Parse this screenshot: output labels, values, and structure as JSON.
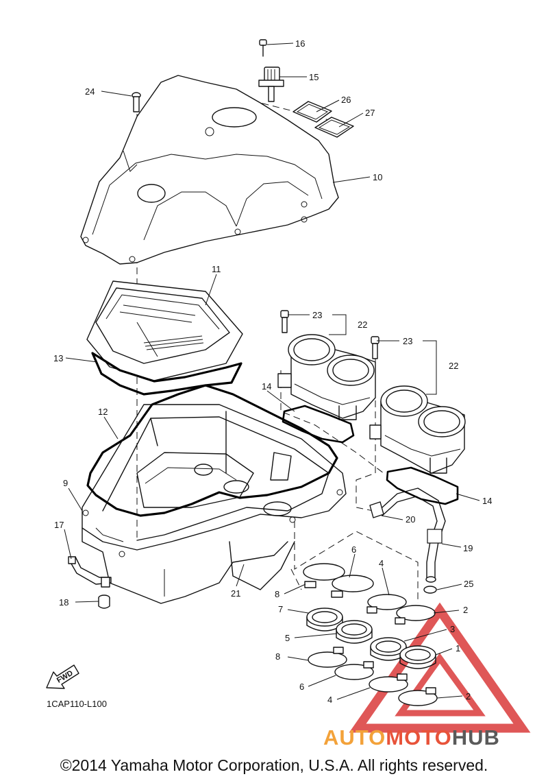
{
  "diagram": {
    "code": "1CAP110-L100",
    "fwd_label": "FWD",
    "copyright": "©2014 Yamaha Motor Corporation, U.S.A. All rights reserved.",
    "callouts": [
      {
        "id": "c16",
        "label": "16"
      },
      {
        "id": "c15",
        "label": "15"
      },
      {
        "id": "c24",
        "label": "24"
      },
      {
        "id": "c26",
        "label": "26"
      },
      {
        "id": "c27",
        "label": "27"
      },
      {
        "id": "c10",
        "label": "10"
      },
      {
        "id": "c11",
        "label": "11"
      },
      {
        "id": "c23a",
        "label": "23"
      },
      {
        "id": "c22a",
        "label": "22"
      },
      {
        "id": "c23b",
        "label": "23"
      },
      {
        "id": "c22b",
        "label": "22"
      },
      {
        "id": "c13",
        "label": "13"
      },
      {
        "id": "c14a",
        "label": "14"
      },
      {
        "id": "c12",
        "label": "12"
      },
      {
        "id": "c14b",
        "label": "14"
      },
      {
        "id": "c9",
        "label": "9"
      },
      {
        "id": "c20",
        "label": "20"
      },
      {
        "id": "c17",
        "label": "17"
      },
      {
        "id": "c19",
        "label": "19"
      },
      {
        "id": "c6a",
        "label": "6"
      },
      {
        "id": "c21",
        "label": "21"
      },
      {
        "id": "c4a",
        "label": "4"
      },
      {
        "id": "c8a",
        "label": "8"
      },
      {
        "id": "c25",
        "label": "25"
      },
      {
        "id": "c18",
        "label": "18"
      },
      {
        "id": "c7",
        "label": "7"
      },
      {
        "id": "c2a",
        "label": "2"
      },
      {
        "id": "c3",
        "label": "3"
      },
      {
        "id": "c5",
        "label": "5"
      },
      {
        "id": "c1",
        "label": "1"
      },
      {
        "id": "c8b",
        "label": "8"
      },
      {
        "id": "c6b",
        "label": "6"
      },
      {
        "id": "c4b",
        "label": "4"
      },
      {
        "id": "c2b",
        "label": "2"
      }
    ]
  },
  "watermark": {
    "part1": "AUTO",
    "part2": "MOTO",
    "part3": "HUB",
    "colors": {
      "auto": "#f3a23a",
      "moto": "#e8533a",
      "hub": "#5a5a5a",
      "triangle": "#d93a3a"
    }
  }
}
